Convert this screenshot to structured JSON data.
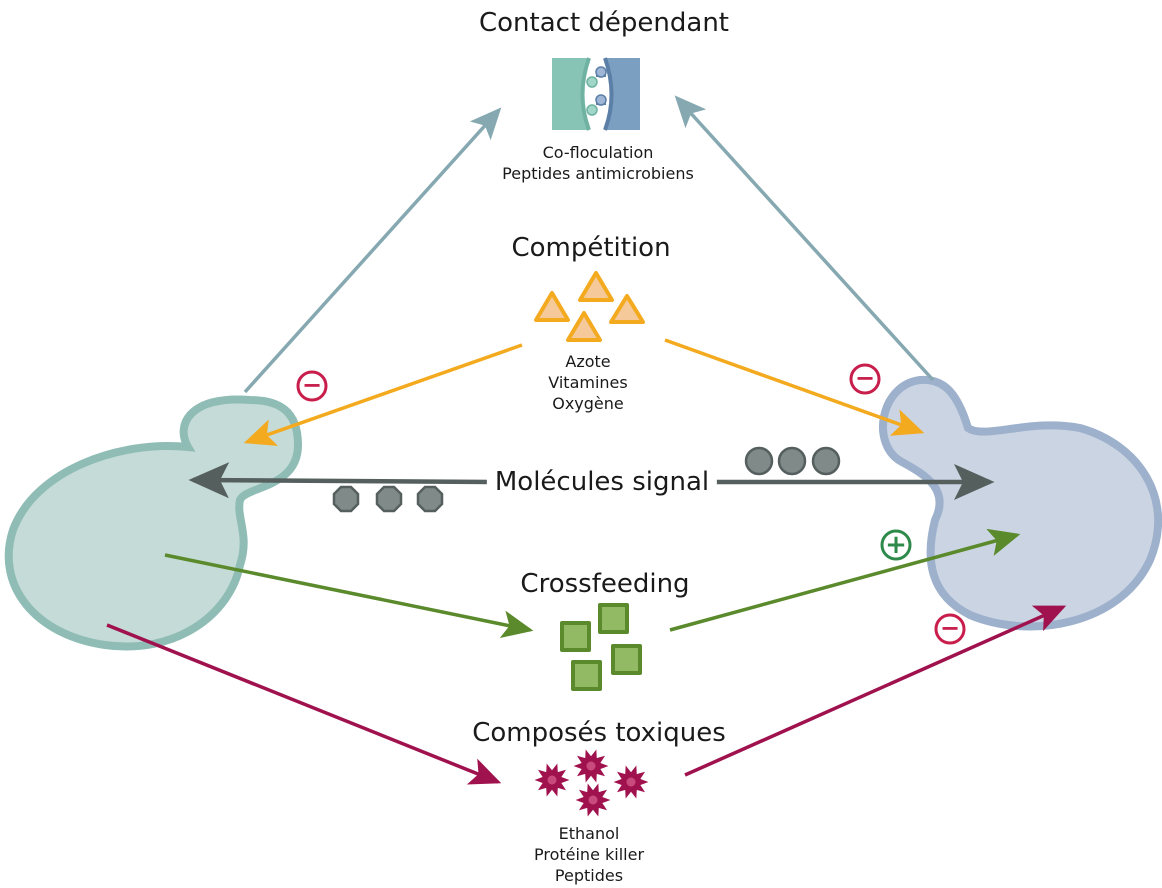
{
  "labels": {
    "contact_title": "Contact dépendant",
    "contact_lines": [
      "Co-floculation",
      "Peptides antimicrobiens"
    ],
    "competition_title": "Compétition",
    "competition_lines": [
      "Azote",
      "Vitamines",
      "Oxygène"
    ],
    "signal_title": "Molécules signal",
    "crossfeeding_title": "Crossfeeding",
    "toxic_title": "Composés toxiques",
    "toxic_lines": [
      "Ethanol",
      "Protéine killer",
      "Peptides"
    ]
  },
  "signs": {
    "minus": "−",
    "plus": "+"
  },
  "colors": {
    "cell_left_fill": "#c5dbd7",
    "cell_left_stroke": "#8fbdb5",
    "cell_right_fill": "#cbd4e2",
    "cell_right_stroke": "#9db0cc",
    "contact_arrow": "#86a8b0",
    "competition": "#f4aa1f",
    "competition_fill": "#f5c99a",
    "signal_arrow": "#555f5e",
    "signal_molecule": "#808a89",
    "crossfeeding": "#5a8a2b",
    "crossfeeding_fill": "#92b964",
    "toxic": "#a0124e",
    "minus_sign": "#c81e4c",
    "plus_sign": "#2e8a4a",
    "membrane_left": "#88c4b6",
    "membrane_right": "#7a9fc0"
  },
  "icons": {
    "contact": "membrane-contact-icon",
    "competition": "triangle-nutrient-icon",
    "signal_left": "octagon-molecule-icon",
    "signal_right": "circle-molecule-icon",
    "crossfeeding": "square-metabolite-icon",
    "toxic": "spiky-toxin-icon"
  }
}
